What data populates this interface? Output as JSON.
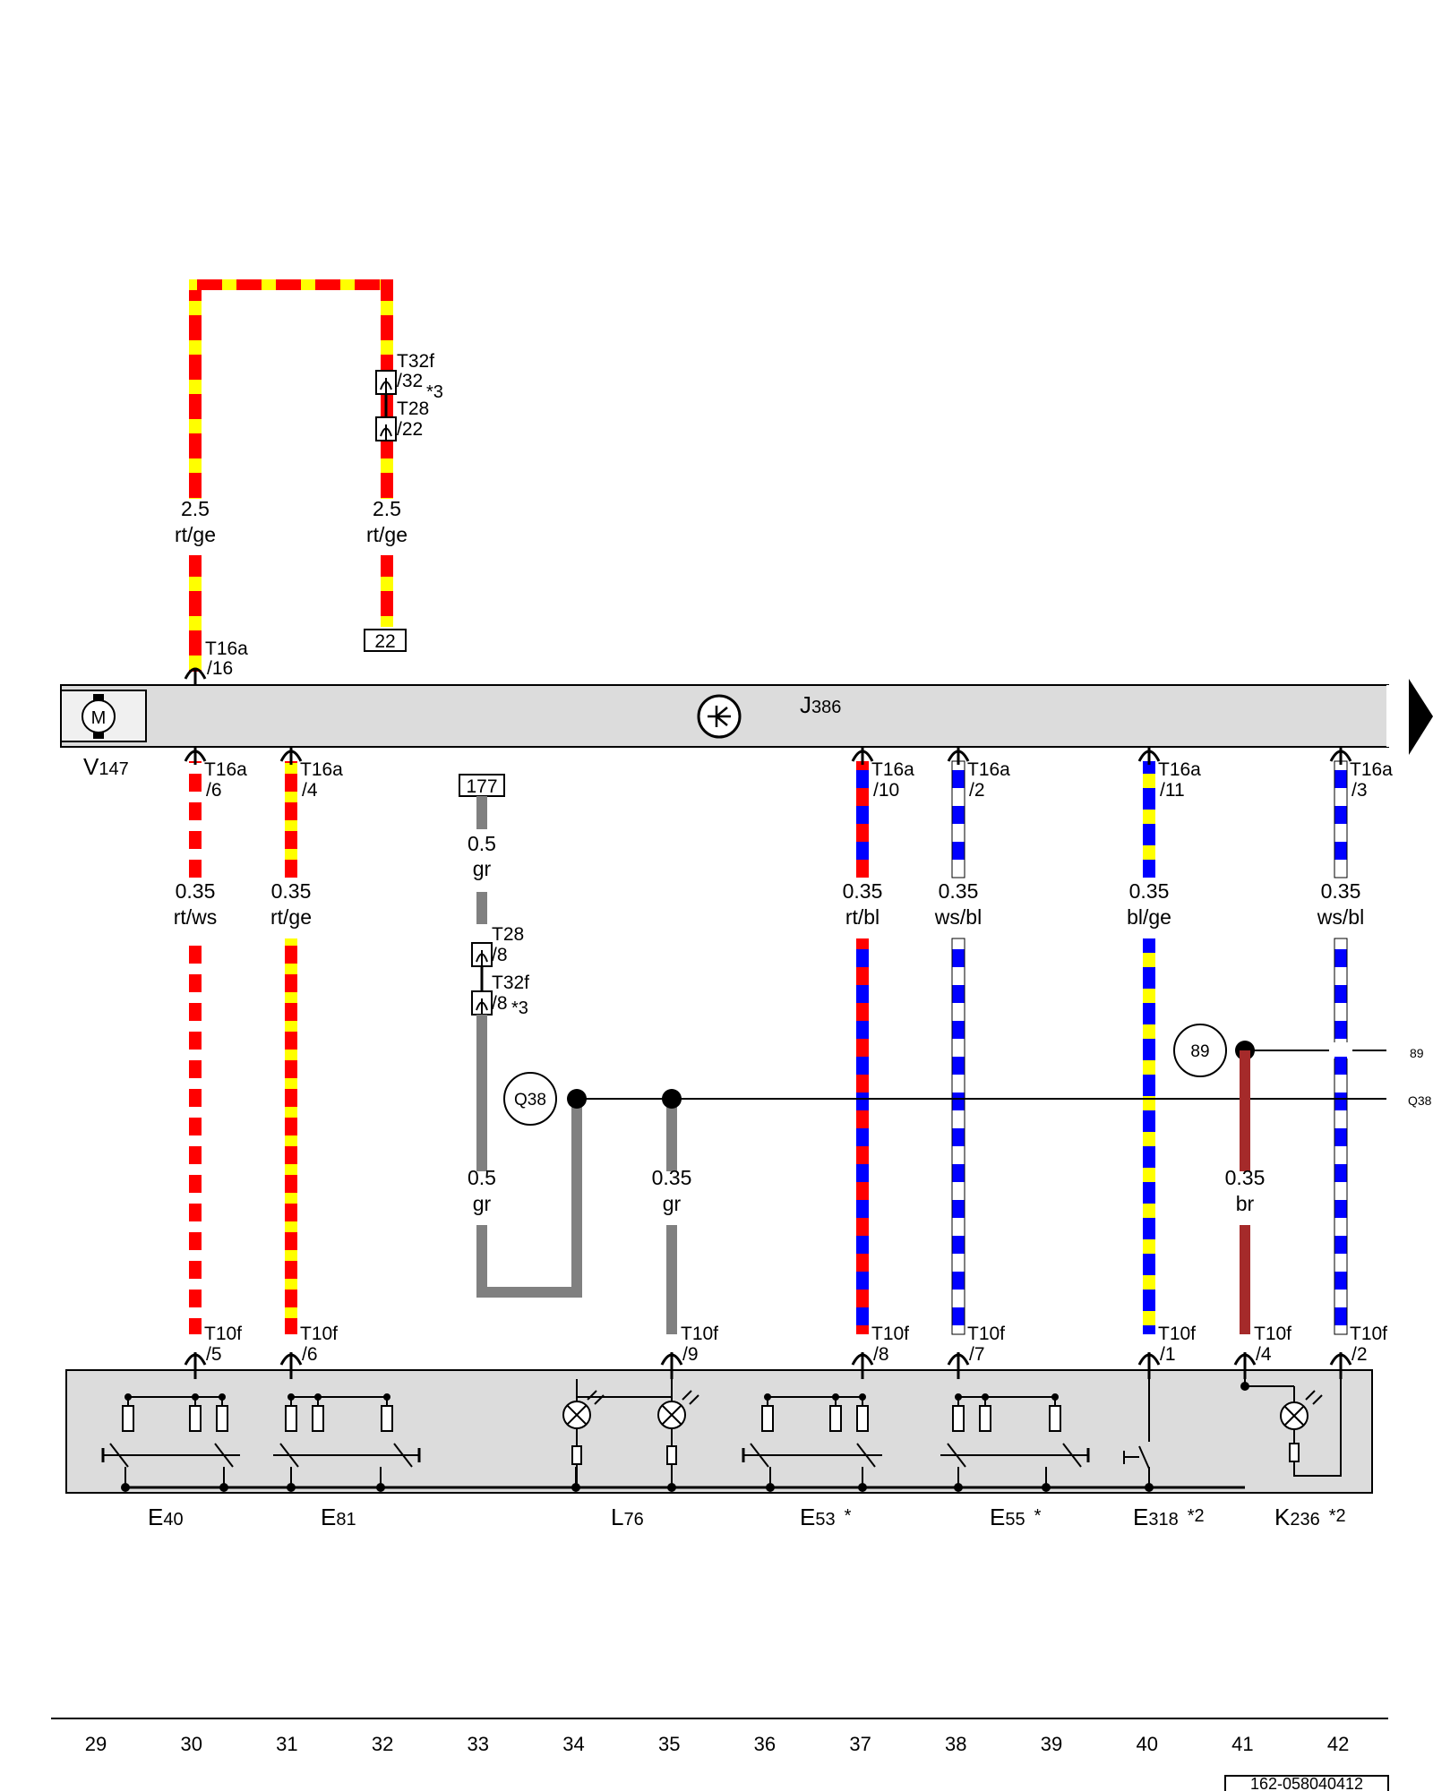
{
  "module": {
    "name_main": "J",
    "name_sub": "386"
  },
  "motor": {
    "name_main": "V",
    "name_sub": "147",
    "symbol": "M"
  },
  "top_wires": [
    {
      "size": "2.5",
      "color": "rt/ge"
    },
    {
      "size": "2.5",
      "color": "rt/ge"
    }
  ],
  "top_connectors": [
    {
      "name": "T32f",
      "pin": "/32",
      "note": "*3"
    },
    {
      "name": "T28",
      "pin": "/22"
    },
    {
      "name": "T16a",
      "pin": "/16"
    }
  ],
  "top_ref": "22",
  "gray_ref": "177",
  "wires": [
    {
      "size": "0.35",
      "color": "rt/ws",
      "upper_conn": "T16a",
      "upper_pin": "/6",
      "lower_conn": "T10f",
      "lower_pin": "/5"
    },
    {
      "size": "0.35",
      "color": "rt/ge",
      "upper_conn": "T16a",
      "upper_pin": "/4",
      "lower_conn": "T10f",
      "lower_pin": "/6"
    },
    {
      "size": "0.35",
      "color": "rt/bl",
      "upper_conn": "T16a",
      "upper_pin": "/10",
      "lower_conn": "T10f",
      "lower_pin": "/8"
    },
    {
      "size": "0.35",
      "color": "ws/bl",
      "upper_conn": "T16a",
      "upper_pin": "/2",
      "lower_conn": "T10f",
      "lower_pin": "/7"
    },
    {
      "size": "0.35",
      "color": "bl/ge",
      "upper_conn": "T16a",
      "upper_pin": "/11",
      "lower_conn": "T10f",
      "lower_pin": "/1"
    },
    {
      "size": "0.35",
      "color": "ws/bl",
      "upper_conn": "T16a",
      "upper_pin": "/3",
      "lower_conn": "T10f",
      "lower_pin": "/2"
    }
  ],
  "gray_wires": [
    {
      "size": "0.5",
      "color": "gr"
    },
    {
      "size": "0.5",
      "color": "gr"
    },
    {
      "size": "0.35",
      "color": "gr"
    }
  ],
  "gray_connectors": [
    {
      "name": "T28",
      "pin": "/8"
    },
    {
      "name": "T32f",
      "pin": "/8",
      "note": "*3"
    },
    {
      "name": "T10f",
      "pin": "/9"
    }
  ],
  "brown_wire": {
    "size": "0.35",
    "color": "br",
    "lower_conn": "T10f",
    "lower_pin": "/4"
  },
  "nodes": [
    {
      "label": "Q38"
    },
    {
      "label": "89"
    }
  ],
  "edge_refs": [
    {
      "label": "89"
    },
    {
      "label": "Q38"
    }
  ],
  "components": [
    {
      "main": "E",
      "sub": "40",
      "note": ""
    },
    {
      "main": "E",
      "sub": "81",
      "note": ""
    },
    {
      "main": "L",
      "sub": "76",
      "note": ""
    },
    {
      "main": "E",
      "sub": "53",
      "note": "*"
    },
    {
      "main": "E",
      "sub": "55",
      "note": "*"
    },
    {
      "main": "E",
      "sub": "318",
      "note": "*2"
    },
    {
      "main": "K",
      "sub": "236",
      "note": "*2"
    }
  ],
  "columns": [
    "29",
    "30",
    "31",
    "32",
    "33",
    "34",
    "35",
    "36",
    "37",
    "38",
    "39",
    "40",
    "41",
    "42"
  ],
  "doc_id": "162-058040412",
  "colors": {
    "red": "#ff0000",
    "yellow": "#ffff00",
    "blue": "#0000ff",
    "white": "#ffffff",
    "gray": "#808080",
    "brown": "#a52a2a",
    "panel": "#dcdcdc"
  }
}
